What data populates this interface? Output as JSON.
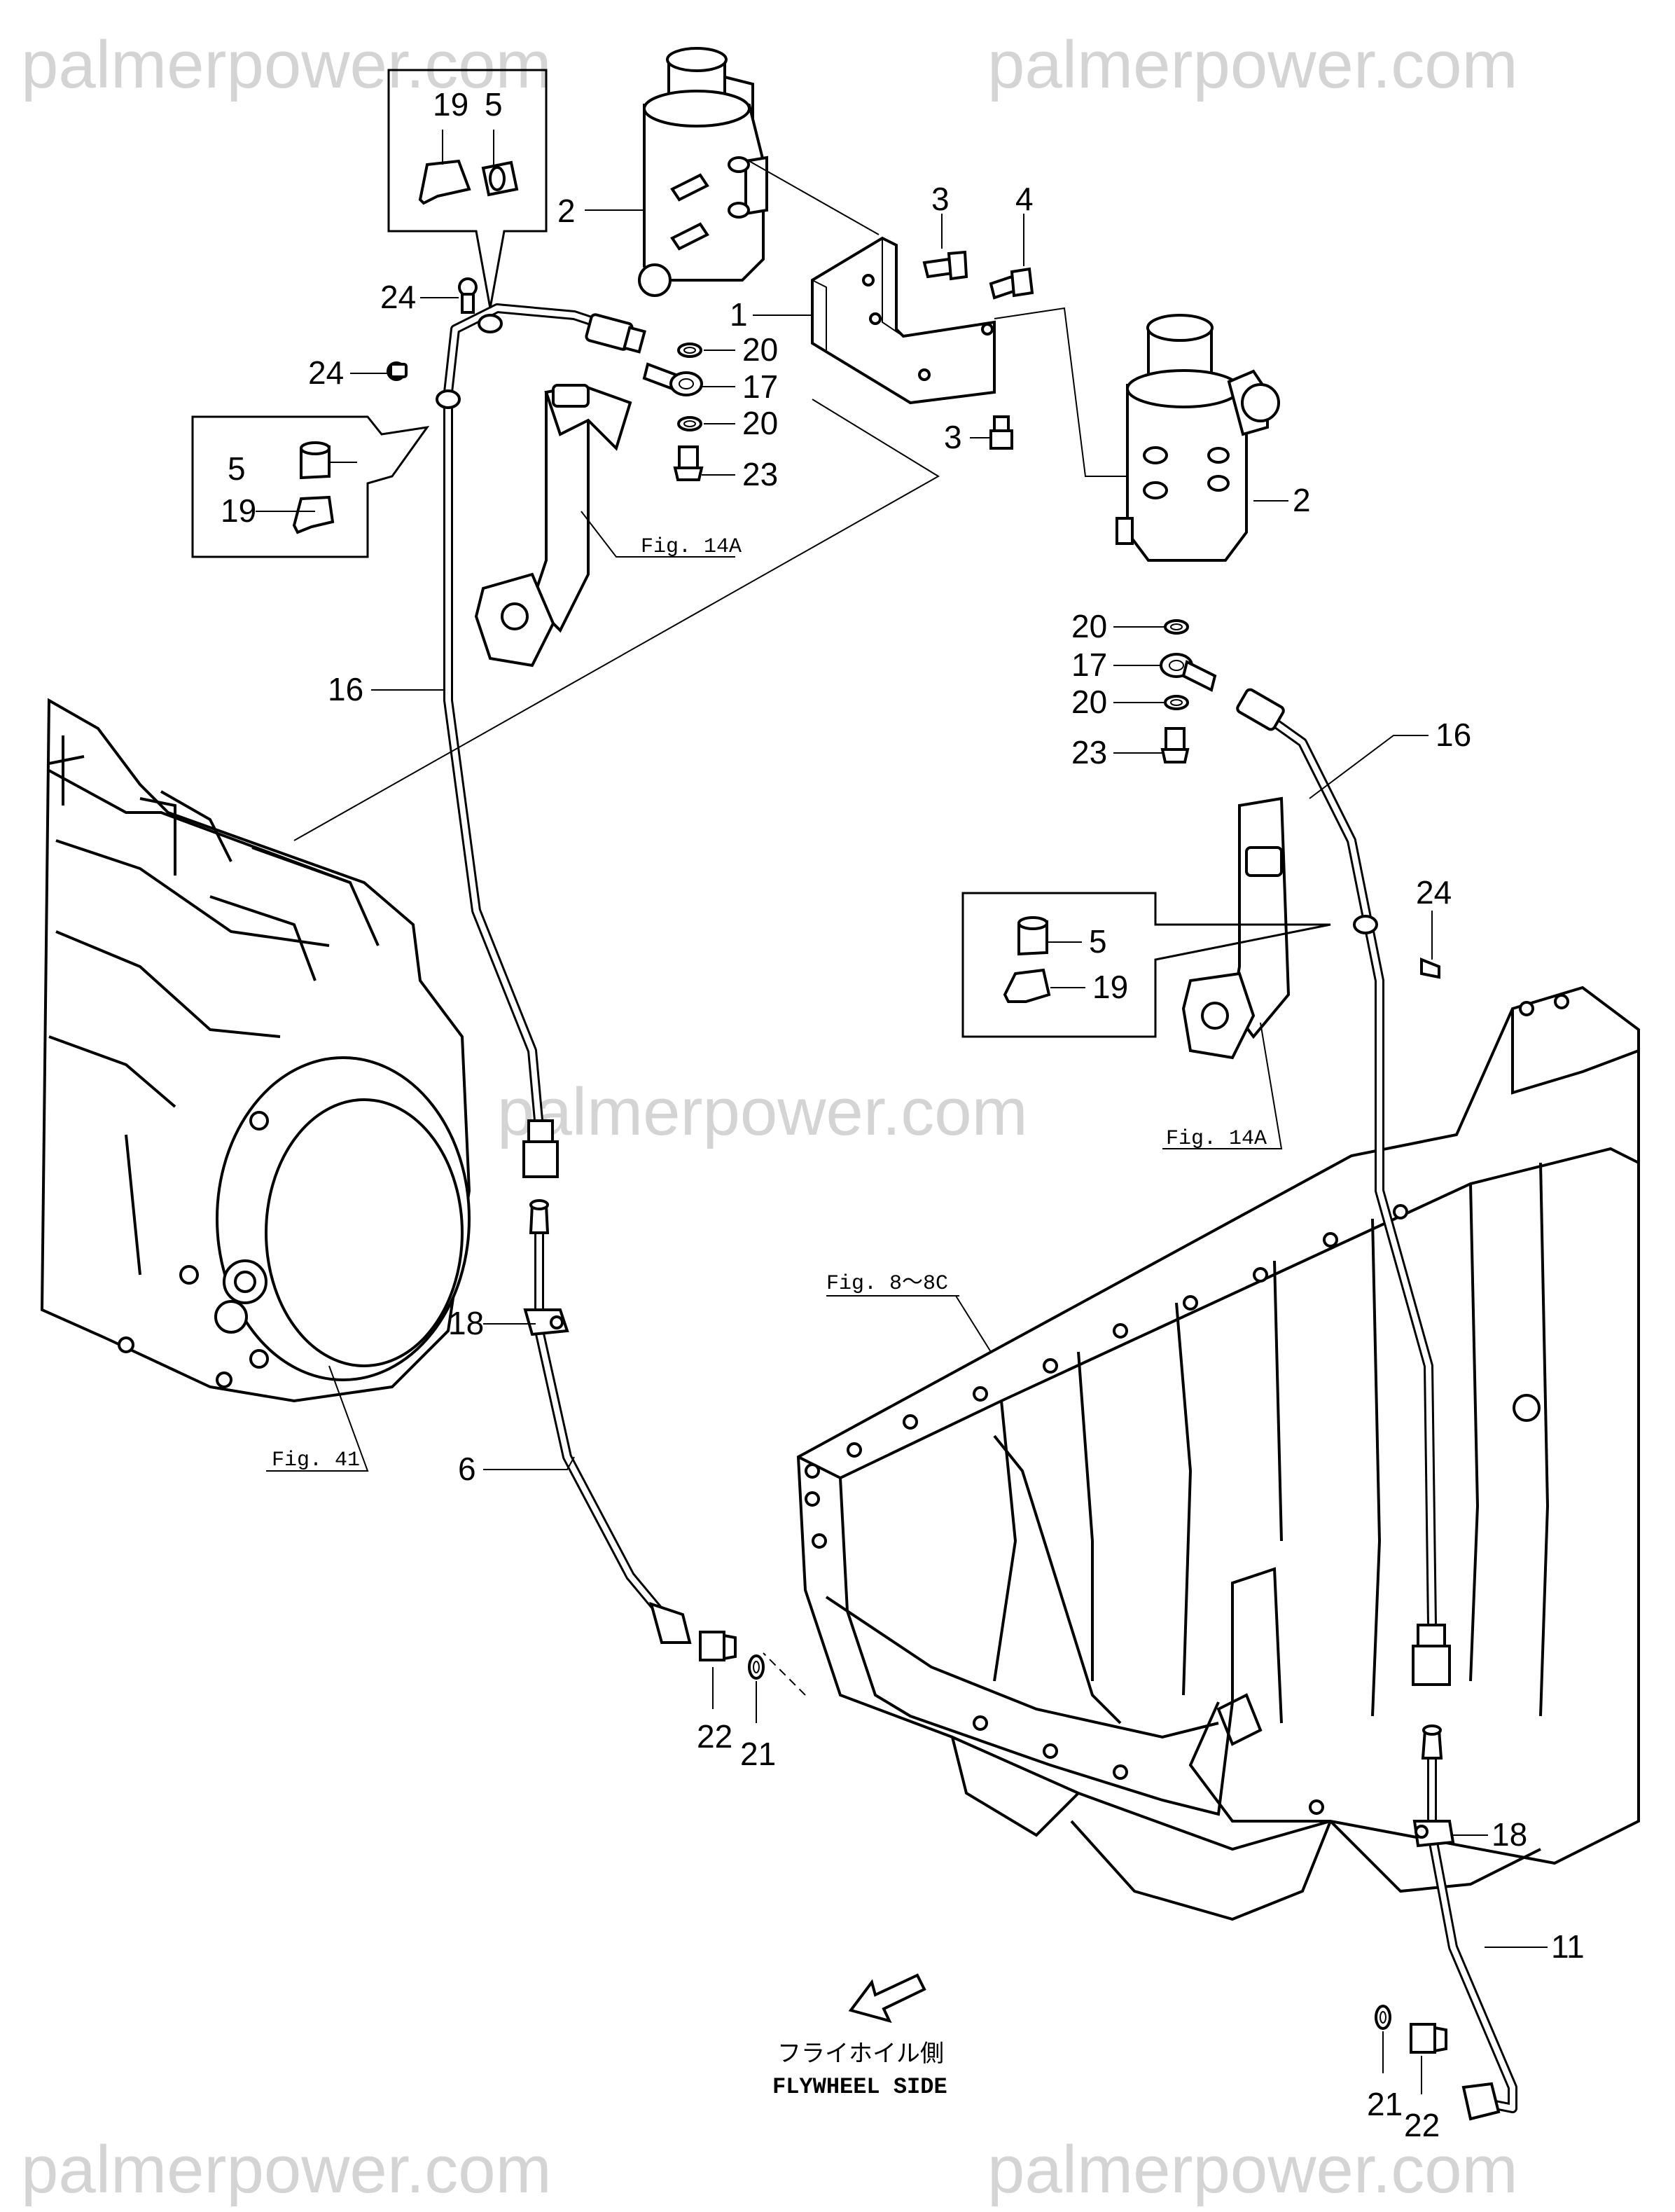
{
  "watermark": "palmerpower.com",
  "callouts": {
    "p1": "1",
    "p2": "2",
    "p3": "3",
    "p4": "4",
    "p5": "5",
    "p6": "6",
    "p11": "11",
    "p16": "16",
    "p17": "17",
    "p18": "18",
    "p19": "19",
    "p20": "20",
    "p21": "21",
    "p22": "22",
    "p23": "23",
    "p24": "24"
  },
  "figure_refs": {
    "fig14a": "Fig. 14A",
    "fig41": "Fig. 41",
    "fig8": "Fig. 8～8C"
  },
  "direction": {
    "japanese": "フライホイル側",
    "english": "FLYWHEEL SIDE"
  }
}
